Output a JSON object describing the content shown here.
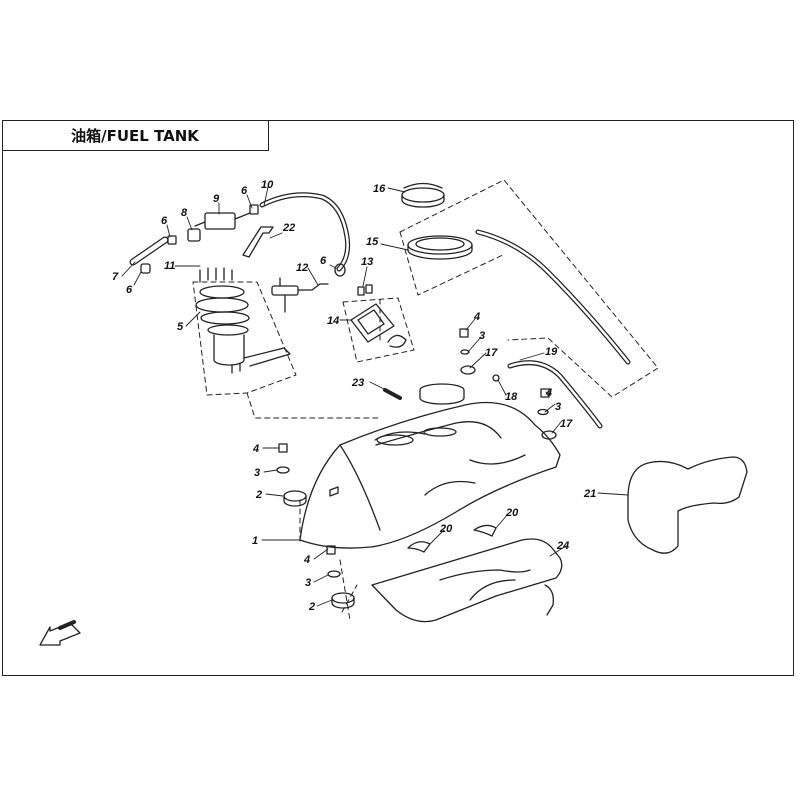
{
  "title": "油箱/FUEL TANK",
  "callouts": [
    {
      "id": "c16",
      "label": "16"
    },
    {
      "id": "c10",
      "label": "10"
    },
    {
      "id": "c6a",
      "label": "6"
    },
    {
      "id": "c9",
      "label": "9"
    },
    {
      "id": "c8",
      "label": "8"
    },
    {
      "id": "c6b",
      "label": "6"
    },
    {
      "id": "c22",
      "label": "22"
    },
    {
      "id": "c15",
      "label": "15"
    },
    {
      "id": "c7",
      "label": "7"
    },
    {
      "id": "c6c",
      "label": "6"
    },
    {
      "id": "c11",
      "label": "11"
    },
    {
      "id": "c12",
      "label": "12"
    },
    {
      "id": "c6d",
      "label": "6"
    },
    {
      "id": "c13",
      "label": "13"
    },
    {
      "id": "c5",
      "label": "5"
    },
    {
      "id": "c14",
      "label": "14"
    },
    {
      "id": "c4a",
      "label": "4"
    },
    {
      "id": "c3a",
      "label": "3"
    },
    {
      "id": "c17a",
      "label": "17"
    },
    {
      "id": "c19",
      "label": "19"
    },
    {
      "id": "c23",
      "label": "23"
    },
    {
      "id": "c18",
      "label": "18"
    },
    {
      "id": "c4b",
      "label": "4"
    },
    {
      "id": "c3b",
      "label": "3"
    },
    {
      "id": "c17b",
      "label": "17"
    },
    {
      "id": "c4c",
      "label": "4"
    },
    {
      "id": "c3c",
      "label": "3"
    },
    {
      "id": "c2a",
      "label": "2"
    },
    {
      "id": "c21",
      "label": "21"
    },
    {
      "id": "c20a",
      "label": "20"
    },
    {
      "id": "c20b",
      "label": "20"
    },
    {
      "id": "c1",
      "label": "1"
    },
    {
      "id": "c24",
      "label": "24"
    },
    {
      "id": "c4d",
      "label": "4"
    },
    {
      "id": "c3d",
      "label": "3"
    },
    {
      "id": "c2b",
      "label": "2"
    }
  ]
}
